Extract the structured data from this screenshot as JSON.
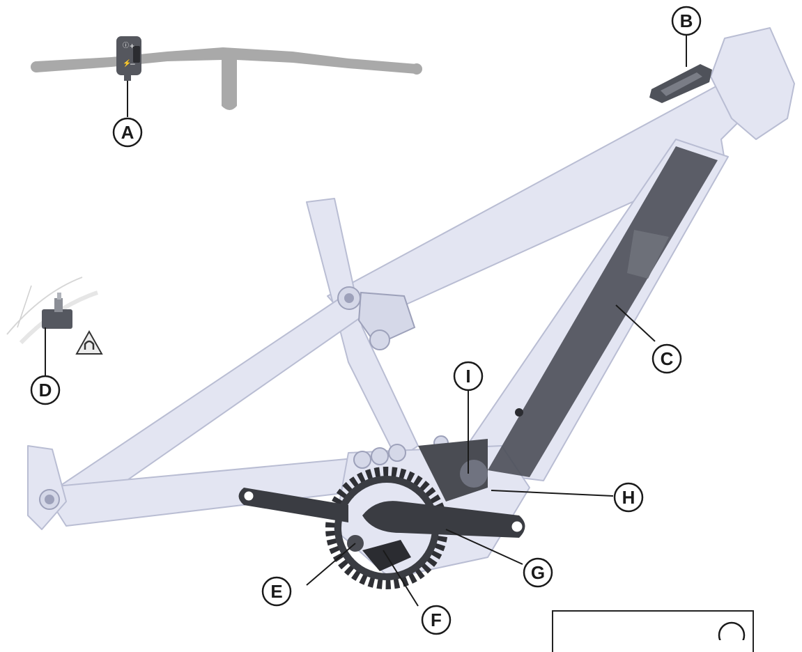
{
  "colors": {
    "frame_fill": "#e3e5f2",
    "frame_stroke": "#b9bdd3",
    "frame_dark": "#c8cbe0",
    "battery": "#4b4e58",
    "crank": "#3a3c42",
    "handlebar": "#a9a9a9",
    "line": "#1a1a1a"
  },
  "callouts": {
    "a": "A",
    "b": "B",
    "c": "C",
    "d": "D",
    "e": "E",
    "f": "F",
    "g": "G",
    "h": "H",
    "i": "I"
  },
  "legend": {
    "label": ""
  }
}
